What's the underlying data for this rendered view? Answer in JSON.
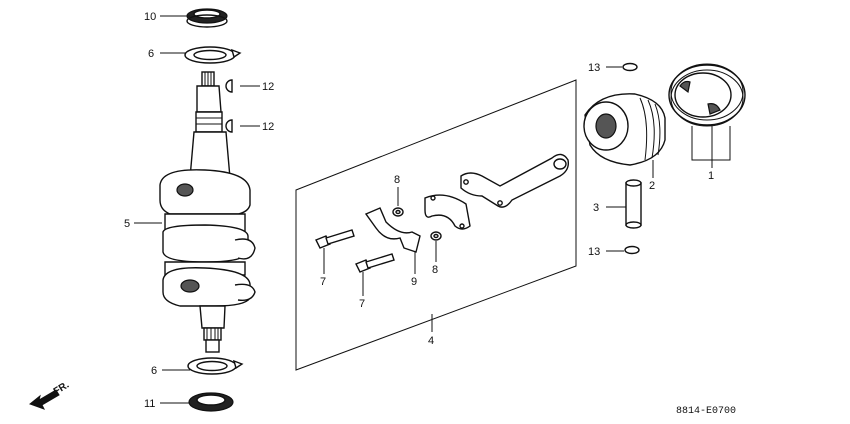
{
  "callouts": {
    "n1": "1",
    "n2": "2",
    "n3": "3",
    "n4": "4",
    "n5": "5",
    "n6a": "6",
    "n6b": "6",
    "n7a": "7",
    "n7b": "7",
    "n8a": "8",
    "n8b": "8",
    "n9": "9",
    "n10": "10",
    "n11": "11",
    "n12a": "12",
    "n12b": "12",
    "n13a": "13",
    "n13b": "13"
  },
  "direction_label": "FR.",
  "diagram_code": "8814-E0700",
  "colors": {
    "ink": "#111111",
    "background": "#ffffff",
    "shade": "#555555"
  }
}
